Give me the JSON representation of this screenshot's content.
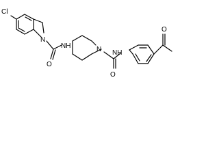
{
  "molecule": {
    "atoms": {
      "cl": "Cl",
      "n_indoline": "N",
      "o_amide1": "O",
      "nh_amide1": "NH",
      "n_piperidine": "N",
      "o_amide2": "O",
      "nh_amide2": "NH",
      "o_acetyl": "O"
    }
  }
}
